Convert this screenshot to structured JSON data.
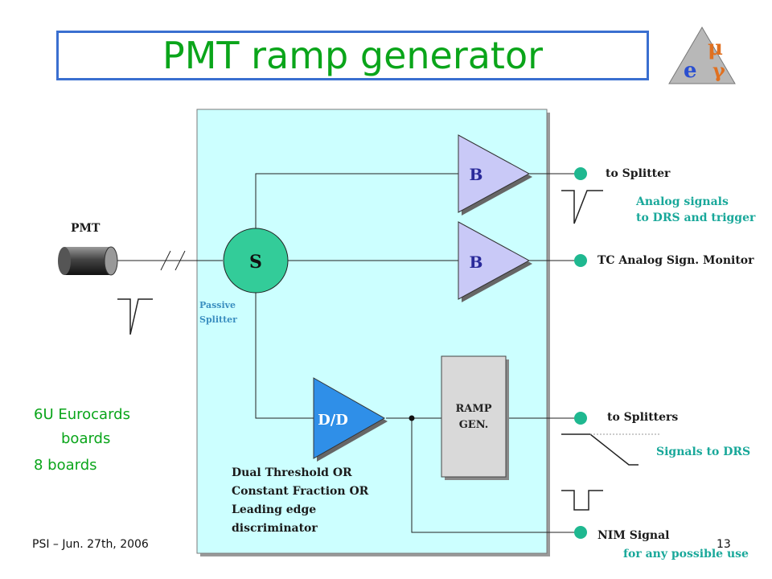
{
  "title": "PMT  ramp generator",
  "diagram": {
    "pmt_label": "PMT",
    "splitter_symbol": "S",
    "splitter_label_line1": "Passive",
    "splitter_label_line2": "Splitter",
    "buffer_top_label": "B",
    "buffer_mid_label": "B",
    "discriminator_label": "D/D",
    "ramp_label_line1": "RAMP",
    "ramp_label_line2": "GEN.",
    "discriminator_desc": [
      "Dual Threshold OR",
      "Constant Fraction OR",
      "Leading edge",
      "discriminator"
    ],
    "out_to_splitter": "to Splitter",
    "analog_note_line1": "Analog signals",
    "analog_note_line2": "to DRS and trigger",
    "out_tc_monitor": "TC Analog Sign. Monitor",
    "out_to_splitters": "to Splitters",
    "signals_to_drs": "Signals to DRS",
    "out_nim": "NIM Signal",
    "nim_note": "for any possible use"
  },
  "notes": {
    "line1": "6U Eurocards",
    "line2": "boards",
    "line3": "8 boards"
  },
  "footer": {
    "left": "PSI – Jun. 27th, 2006",
    "page": "13"
  },
  "colors": {
    "title": "#0aa51a",
    "board": "#ccffff",
    "splitter": "#33cc99",
    "buffer": "#c9c9f7",
    "discriminator": "#2f8fe8",
    "ramp": "#d9d9d9",
    "connector": "#1fb890",
    "annotation": "#19a89a"
  },
  "logo": {
    "symbols": [
      "μ",
      "e",
      "γ"
    ]
  }
}
